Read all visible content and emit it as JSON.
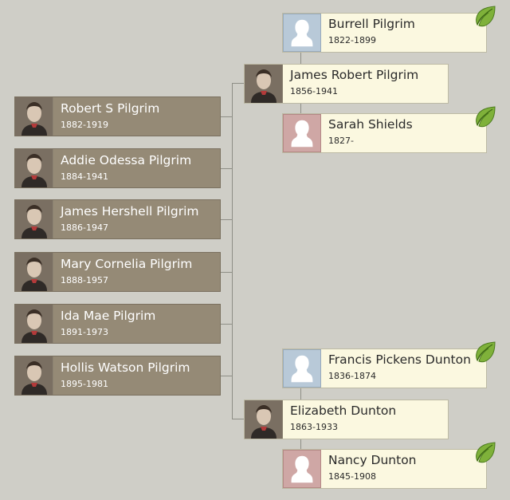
{
  "children": [
    {
      "name": "Robert S Pilgrim",
      "dates": "1882-1919"
    },
    {
      "name": "Addie Odessa Pilgrim",
      "dates": "1884-1941"
    },
    {
      "name": "James Hershell Pilgrim",
      "dates": "1886-1947"
    },
    {
      "name": "Mary Cornelia Pilgrim",
      "dates": "1888-1957"
    },
    {
      "name": "Ida Mae Pilgrim",
      "dates": "1891-1973"
    },
    {
      "name": "Hollis Watson Pilgrim",
      "dates": "1895-1981"
    }
  ],
  "father": {
    "name": "James Robert Pilgrim",
    "dates": "1856-1941"
  },
  "mother": {
    "name": "Elizabeth Dunton",
    "dates": "1863-1933"
  },
  "paternal_grandfather": {
    "name": "Burrell Pilgrim",
    "dates": "1822-1899"
  },
  "paternal_grandmother": {
    "name": "Sarah Shields",
    "dates": "1827-"
  },
  "maternal_grandfather": {
    "name": "Francis Pickens Dunton",
    "dates": "1836-1874"
  },
  "maternal_grandmother": {
    "name": "Nancy Dunton",
    "dates": "1845-1908"
  },
  "colors": {
    "background": "#cfcec7",
    "child_card": "#958a76",
    "ancestor_card": "#fbf8e0",
    "male_placeholder": "#b8c9d8",
    "female_placeholder": "#cfa7a5",
    "leaf": "#7fb13a"
  }
}
